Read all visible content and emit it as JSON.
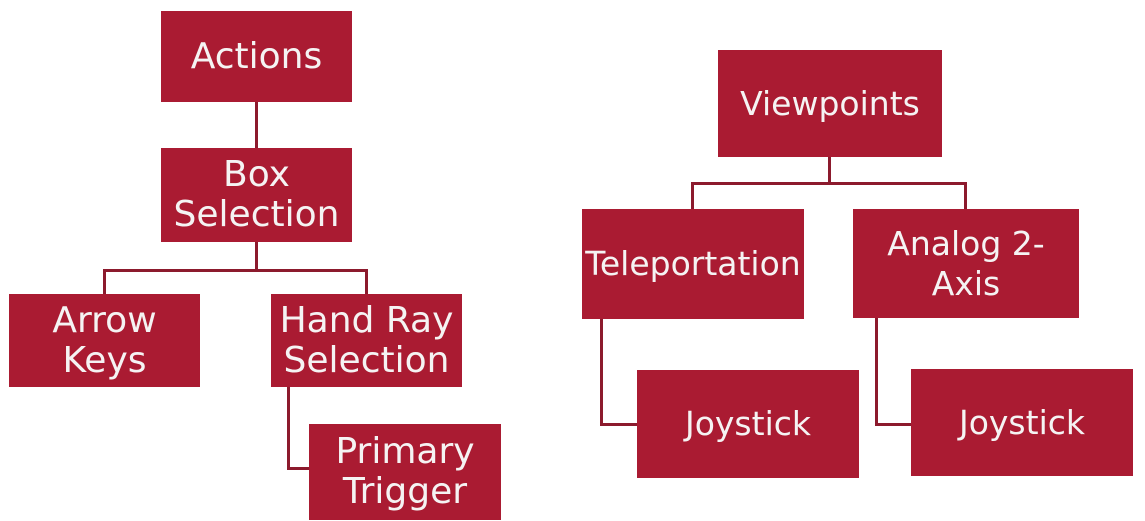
{
  "diagram": {
    "type": "hierarchy",
    "colors": {
      "node_fill": "#AA1B32",
      "node_text": "#F5F3F3",
      "connector": "#8C1A2D",
      "background": "#FFFFFF"
    },
    "actions_tree": {
      "root": "Actions",
      "child": "Box\nSelection",
      "grandchild_left": "Arrow\nKeys",
      "grandchild_right": "Hand Ray\nSelection",
      "great_grandchild": "Primary\nTrigger"
    },
    "viewpoints_tree": {
      "root": "Viewpoints",
      "child_left": "Teleportation",
      "child_right": "Analog 2-\nAxis",
      "grandchild_of_teleportation": "Joystick",
      "grandchild_of_analog": "Joystick"
    }
  }
}
